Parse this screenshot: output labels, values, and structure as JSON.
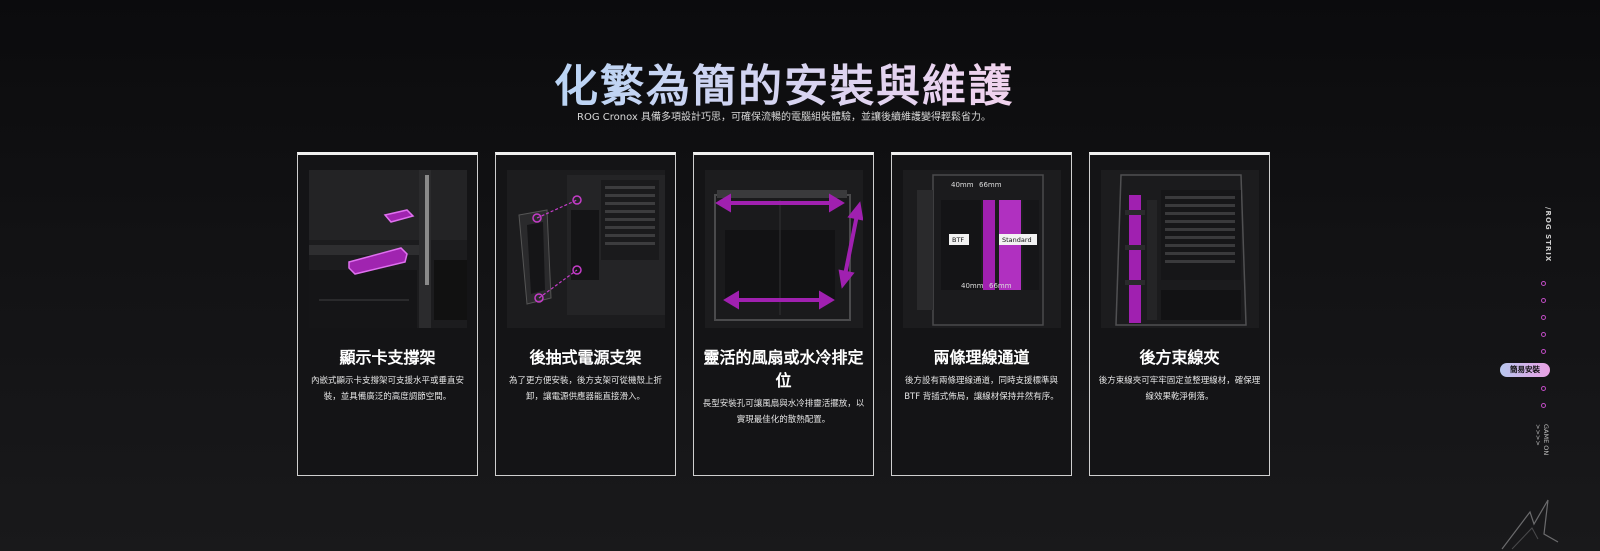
{
  "hero": {
    "title": "化繁為簡的安裝與維護",
    "subtitle": "ROG Cronox 具備多項設計巧思，可確保流暢的電腦組裝體驗，並讓後續維護變得輕鬆省力。"
  },
  "cards": [
    {
      "title": "顯示卡支撐架",
      "text": "內嵌式顯示卡支撐架可支援水平或垂直安裝，並具備廣泛的高度調節空間。"
    },
    {
      "title": "後抽式電源支架",
      "text": "為了更方便安裝，後方支架可從機殼上折卸，讓電源供應器能直接滑入。"
    },
    {
      "title": "靈活的風扇或水冷排定位",
      "text": "長型安裝孔可讓風扇與水冷排靈活擺放，以實現最佳化的散熱配置。"
    },
    {
      "title": "兩條理線通道",
      "text": "後方設有兩條理線通道，同時支援標準與 BTF 背插式佈局，讓線材保持井然有序。",
      "img_labels": {
        "top_left": "40mm",
        "top_right": "66mm",
        "btf": "BTF",
        "standard": "Standard",
        "bottom_left": "40mm",
        "bottom_right": "66mm"
      }
    },
    {
      "title": "後方束線夾",
      "text": "後方束線夾可牢牢固定並整理線材，確保理線效果乾淨俐落。"
    }
  ],
  "side_nav": {
    "brand": "/ROG STRIX",
    "active_label": "簡易安裝",
    "footer": "GAME ON >>>>"
  },
  "colors": {
    "accent_magenta": "#c43cc8",
    "title_gradient_start": "#7fb7f0",
    "title_gradient_end": "#e36bd8"
  }
}
